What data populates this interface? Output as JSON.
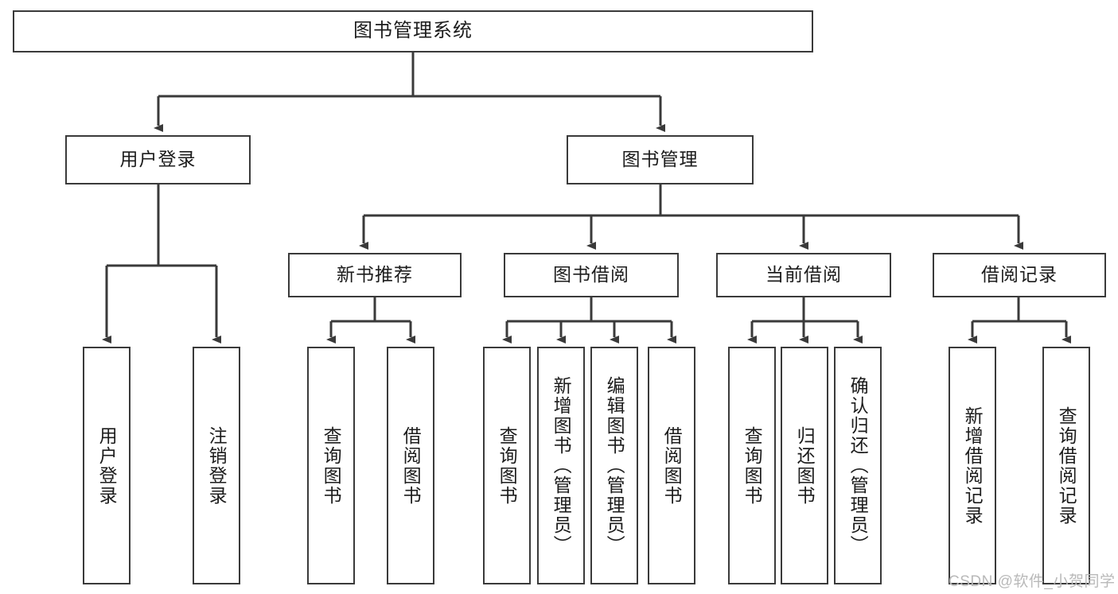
{
  "diagram": {
    "title": "图书管理系统",
    "type": "hierarchy-tree",
    "orientation": "top-down",
    "colors": {
      "box_border": "#3a3a3a",
      "box_fill": "#ffffff",
      "edge": "#3a3a3a",
      "text": "#1c1c1c",
      "watermark": "#b9b9b9",
      "background": "#ffffff"
    },
    "levels": {
      "root": {
        "label": "图书管理系统"
      },
      "level2": [
        {
          "label": "用户登录"
        },
        {
          "label": "图书管理"
        }
      ],
      "level3": [
        {
          "label": "新书推荐"
        },
        {
          "label": "图书借阅"
        },
        {
          "label": "当前借阅"
        },
        {
          "label": "借阅记录"
        }
      ],
      "leaves": {
        "user_login": [
          {
            "label": "用户登录"
          },
          {
            "label": "注销登录"
          }
        ],
        "new_book_recommend": [
          {
            "label": "查询图书"
          },
          {
            "label": "借阅图书"
          }
        ],
        "book_borrow": [
          {
            "label": "查询图书"
          },
          {
            "label": "新增图书（管理员）"
          },
          {
            "label": "编辑图书（管理员）"
          },
          {
            "label": "借阅图书"
          }
        ],
        "current_borrow": [
          {
            "label": "查询图书"
          },
          {
            "label": "归还图书"
          },
          {
            "label": "确认归还（管理员）"
          }
        ],
        "borrow_record": [
          {
            "label": "新增借阅记录"
          },
          {
            "label": "查询借阅记录"
          }
        ]
      }
    }
  },
  "watermark": {
    "text": "CSDN @软件_小贺同学"
  }
}
